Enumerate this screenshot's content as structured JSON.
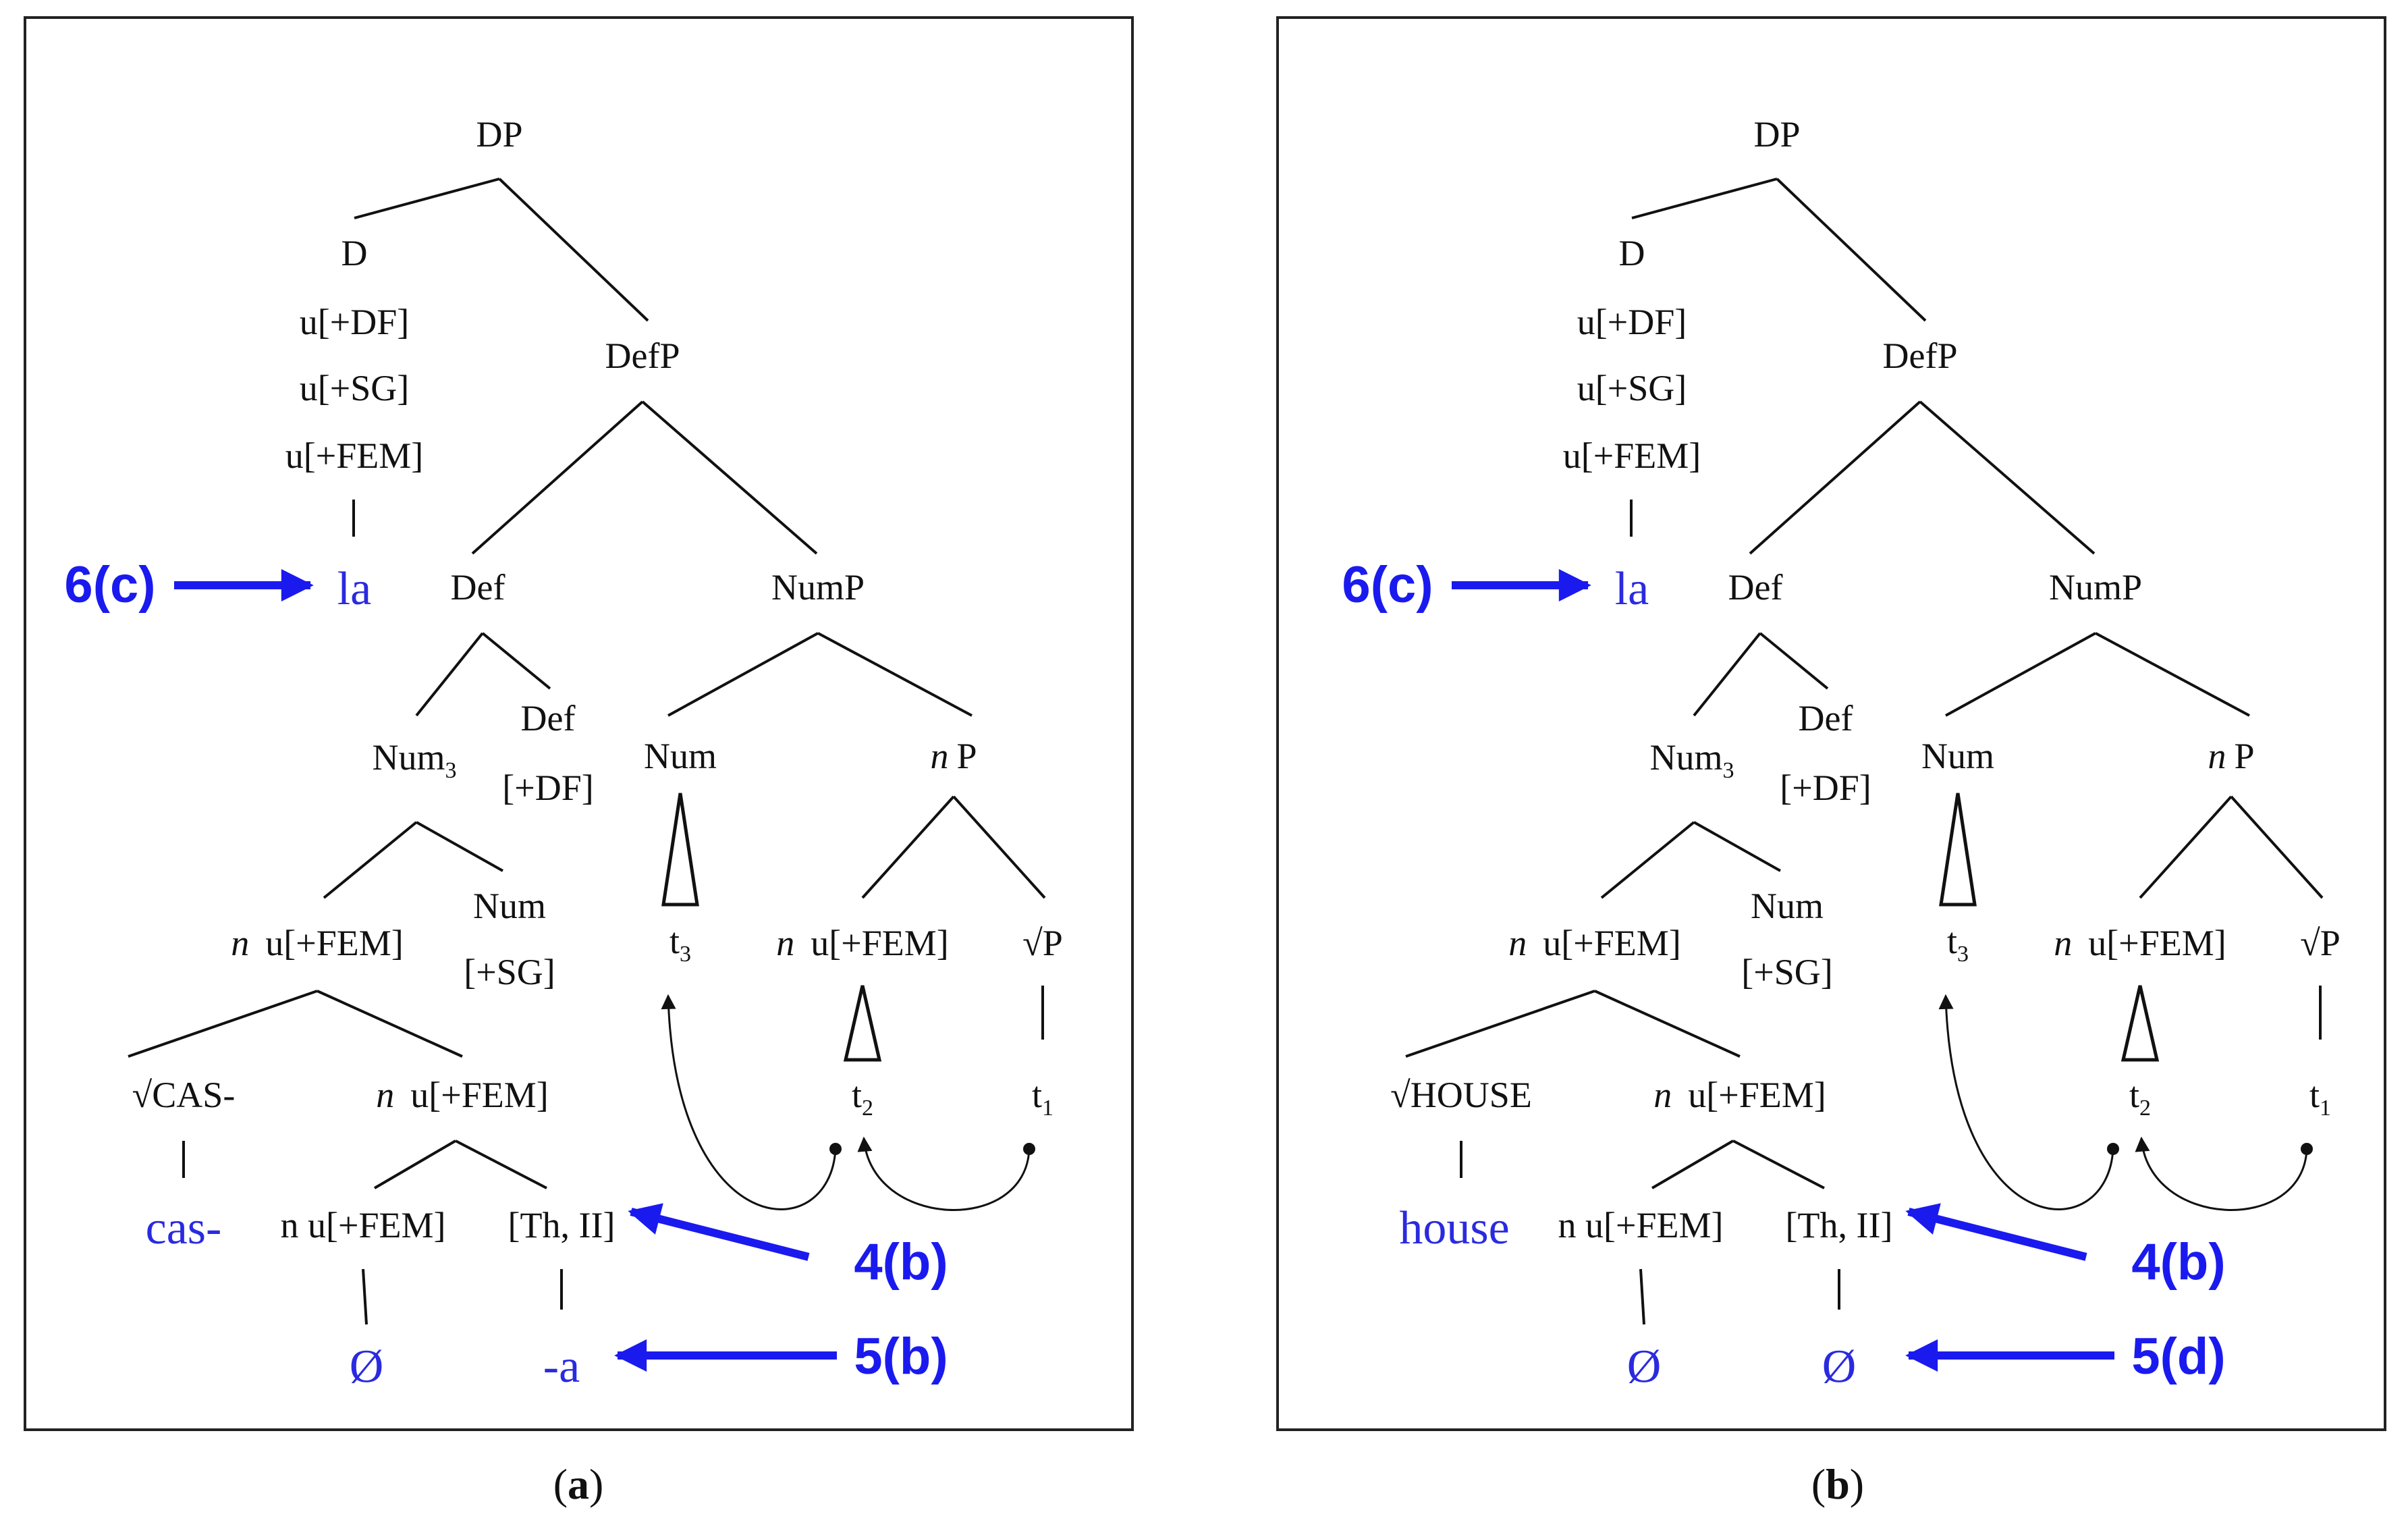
{
  "panels": [
    {
      "id": "a",
      "caption": "a",
      "nodes": {
        "dp": "DP",
        "d": "D",
        "d_f1": "u[+DF]",
        "d_f2": "u[+SG]",
        "d_f3": "u[+FEM]",
        "defp": "DefP",
        "def": "Def",
        "nump": "NumP",
        "num3_main": "Num",
        "num3_sub": "3",
        "def2": "Def",
        "def2_f": "[+DF]",
        "num": "Num",
        "np_n": "n",
        "np_p": "P",
        "n_cat": "n",
        "n_feat": "u[+FEM]",
        "num2": "Num",
        "num2_f": "[+SG]",
        "t3_main": "t",
        "t3_sub": "3",
        "n2_cat": "n",
        "n2_feat": "u[+FEM]",
        "rootp": "√P",
        "root": "√CAS-",
        "n3_cat": "n",
        "n3_feat": "u[+FEM]",
        "t2_main": "t",
        "t2_sub": "2",
        "t1_main": "t",
        "t1_sub": "1",
        "n4": "n u[+FEM]",
        "th": "[Th, II]"
      },
      "exponents": {
        "la": "la",
        "root": "cas-",
        "n": "Ø",
        "th": "-a"
      },
      "annotations": {
        "a6": "6(c)",
        "a4": "4(b)",
        "a5": "5(b)"
      }
    },
    {
      "id": "b",
      "caption": "b",
      "nodes": {
        "dp": "DP",
        "d": "D",
        "d_f1": "u[+DF]",
        "d_f2": "u[+SG]",
        "d_f3": "u[+FEM]",
        "defp": "DefP",
        "def": "Def",
        "nump": "NumP",
        "num3_main": "Num",
        "num3_sub": "3",
        "def2": "Def",
        "def2_f": "[+DF]",
        "num": "Num",
        "np_n": "n",
        "np_p": "P",
        "n_cat": "n",
        "n_feat": "u[+FEM]",
        "num2": "Num",
        "num2_f": "[+SG]",
        "t3_main": "t",
        "t3_sub": "3",
        "n2_cat": "n",
        "n2_feat": "u[+FEM]",
        "rootp": "√P",
        "root": "√HOUSE",
        "n3_cat": "n",
        "n3_feat": "u[+FEM]",
        "t2_main": "t",
        "t2_sub": "2",
        "t1_main": "t",
        "t1_sub": "1",
        "n4": "n u[+FEM]",
        "th": "[Th, II]"
      },
      "exponents": {
        "la": "la",
        "root": "house",
        "n": "Ø",
        "th": "Ø"
      },
      "annotations": {
        "a6": "6(c)",
        "a4": "4(b)",
        "a5": "5(d)"
      }
    }
  ]
}
